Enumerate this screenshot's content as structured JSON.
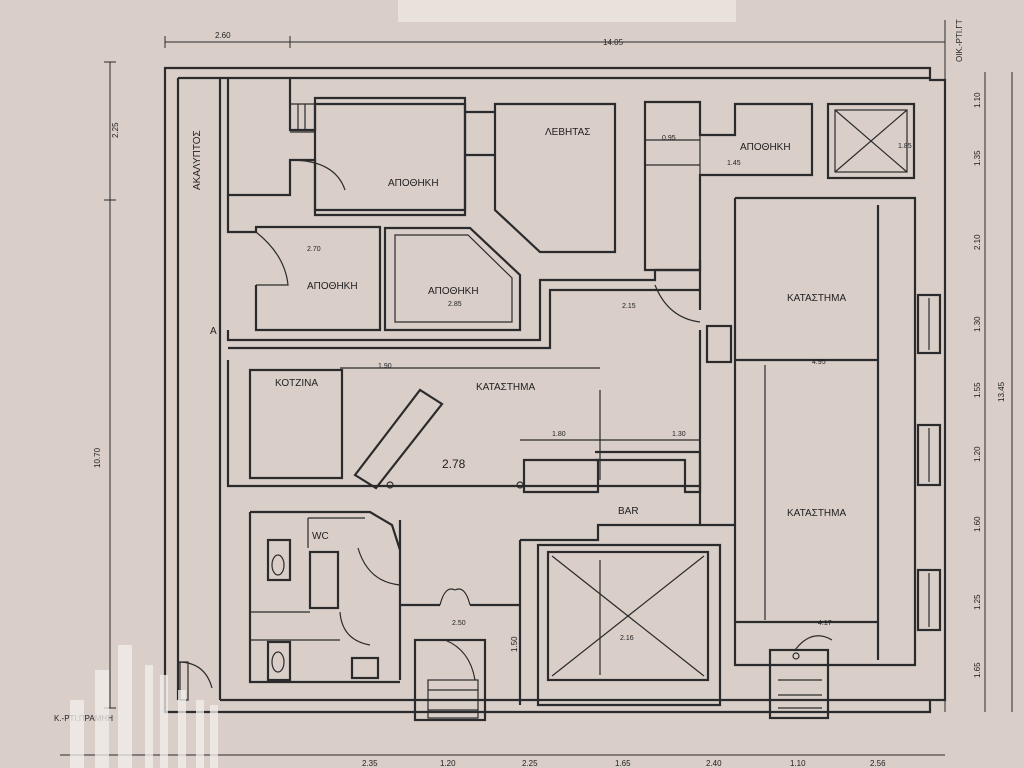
{
  "rooms": {
    "akalyptos": "ΑΚΑΛΥΠΤΟΣ",
    "apothiki_top": "ΑΠΟΘΗΚΗ",
    "levitas": "ΛΕΒΗΤΑΣ",
    "apothiki_right_top": "ΑΠΟΘΗΚΗ",
    "apothiki_mid_left": "ΑΠΟΘΗΚΗ",
    "apothiki_mid": "ΑΠΟΘΗΚΗ",
    "katastima_right_top": "ΚΑΤΑΣΤΗΜΑ",
    "kouzina": "ΚΟΤΖΙΝΑ",
    "katastima_center": "ΚΑΤΑΣΤΗΜΑ",
    "katastima_right_bottom": "ΚΑΤΑΣΤΗΜΑ",
    "wc": "WC",
    "bar": "BAR"
  },
  "markers": {
    "point_a": "A",
    "street_bottom": "Κ.-ΡΤΙ.ΠΡΑΜΗΗ",
    "street_right": "ΟΙΚ.-ΡΤΙ.ΓΤ"
  },
  "dimensions": {
    "top_left": "2.60",
    "top_total": "14.05",
    "left_top": "2.25",
    "left_total": "10.70",
    "center_main": "2.78",
    "right_total": "13.45",
    "right_segments": [
      "1.10",
      "1.35",
      "2.10",
      "1.30",
      "1.55",
      "1.20",
      "1.60",
      "1.25",
      "1.65"
    ],
    "bottom_segments": [
      "2.35",
      "1.20",
      "2.25",
      "1.65",
      "2.40",
      "1.10",
      "2.56"
    ],
    "wc_stair": "1.50",
    "inner_small": [
      "2.70",
      "2.85",
      "1.90",
      "1.80",
      "2.50",
      "2.16",
      "4.17",
      "1.30",
      "2.15",
      "4.95",
      "0.95",
      "1.85",
      "1.45"
    ]
  }
}
